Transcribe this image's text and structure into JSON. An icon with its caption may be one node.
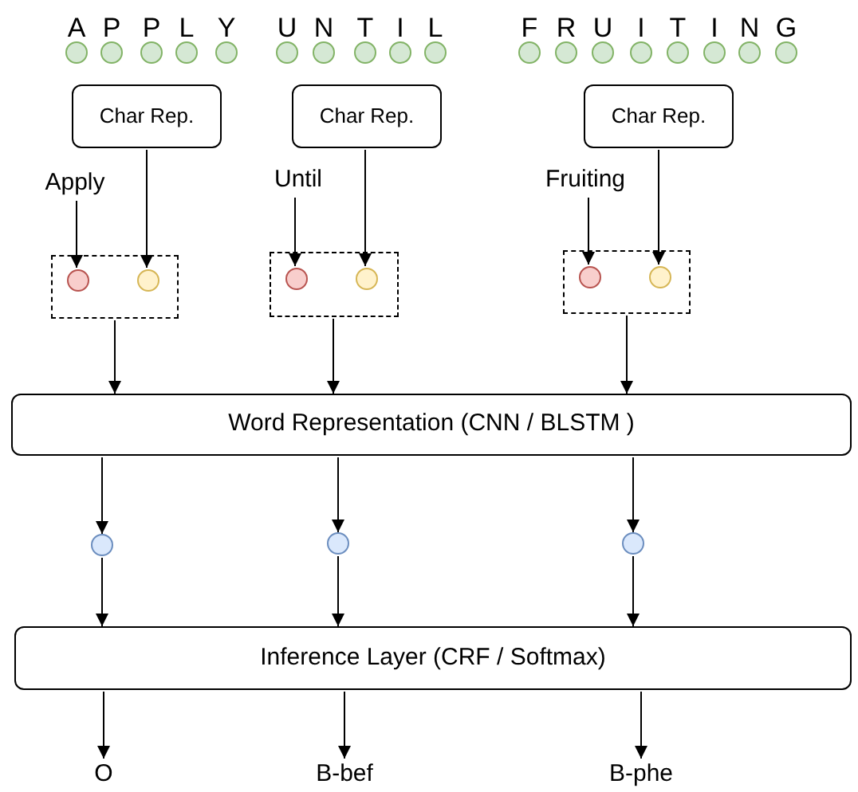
{
  "diagram": {
    "nodes": [
      {
        "text": [
          "Char Rep."
        ]
      },
      {
        "text": [
          "Char Rep."
        ]
      },
      {
        "text": [
          "Char Rep."
        ]
      },
      {
        "text": [
          "Apply"
        ]
      },
      {
        "text": [
          "Until"
        ]
      },
      {
        "text": [
          "Fruiting"
        ]
      },
      {
        "text": [],
        "shape": "box"
      },
      {
        "text": [],
        "shape": "circle",
        "in": 6
      },
      {
        "text": [],
        "shape": "circle",
        "in": 6
      },
      {
        "text": [],
        "shape": "box"
      },
      {
        "text": [],
        "shape": "circle",
        "in": 9
      },
      {
        "text": [],
        "shape": "circle",
        "in": 9
      },
      {
        "text": [],
        "shape": "box"
      },
      {
        "text": [],
        "shape": "circle",
        "in": 12
      },
      {
        "text": [],
        "shape": "circle",
        "in": 12
      },
      {
        "text": [
          "Word Representation (CNN / BLSTM )"
        ]
      },
      {
        "text": [],
        "shape": "circle"
      },
      {
        "text": [],
        "shape": "circle"
      },
      {
        "text": [],
        "shape": "circle"
      },
      {
        "text": [
          "Inference Layer (CRF / Softmax)"
        ]
      },
      {
        "text": [
          "O"
        ]
      },
      {
        "text": [
          "B-bef"
        ]
      },
      {
        "text": [
          "B-phe"
        ]
      }
    ],
    "edges": [
      {
        "from": 3,
        "to": 7,
        "arrow": "to"
      },
      {
        "from": 0,
        "to": 8,
        "arrow": "to"
      },
      {
        "from": 4,
        "to": 10,
        "arrow": "to"
      },
      {
        "from": 1,
        "to": 11,
        "arrow": "to"
      },
      {
        "from": 5,
        "to": 13,
        "arrow": "to"
      },
      {
        "from": 2,
        "to": 14,
        "arrow": "to"
      },
      {
        "from": 6,
        "to": 15,
        "arrow": "to"
      },
      {
        "from": 9,
        "to": 15,
        "arrow": "to"
      },
      {
        "from": 12,
        "to": 15,
        "arrow": "to"
      },
      {
        "from": 15,
        "to": 16,
        "arrow": "to"
      },
      {
        "from": 15,
        "to": 17,
        "arrow": "to"
      },
      {
        "from": 15,
        "to": 18,
        "arrow": "to"
      },
      {
        "from": 16,
        "to": 19,
        "arrow": "to"
      },
      {
        "from": 17,
        "to": 19,
        "arrow": "to"
      },
      {
        "from": 18,
        "to": 19,
        "arrow": "to"
      },
      {
        "from": 19,
        "to": 20,
        "arrow": "to"
      },
      {
        "from": 19,
        "to": 21,
        "arrow": "to"
      },
      {
        "from": 19,
        "to": 22,
        "arrow": "to"
      }
    ],
    "labels": [
      "A",
      "P",
      "P",
      "L",
      "Y",
      "U",
      "N",
      "T",
      "I",
      "L",
      "F",
      "R",
      "U",
      "I",
      "T",
      "I",
      "N",
      "G"
    ]
  }
}
